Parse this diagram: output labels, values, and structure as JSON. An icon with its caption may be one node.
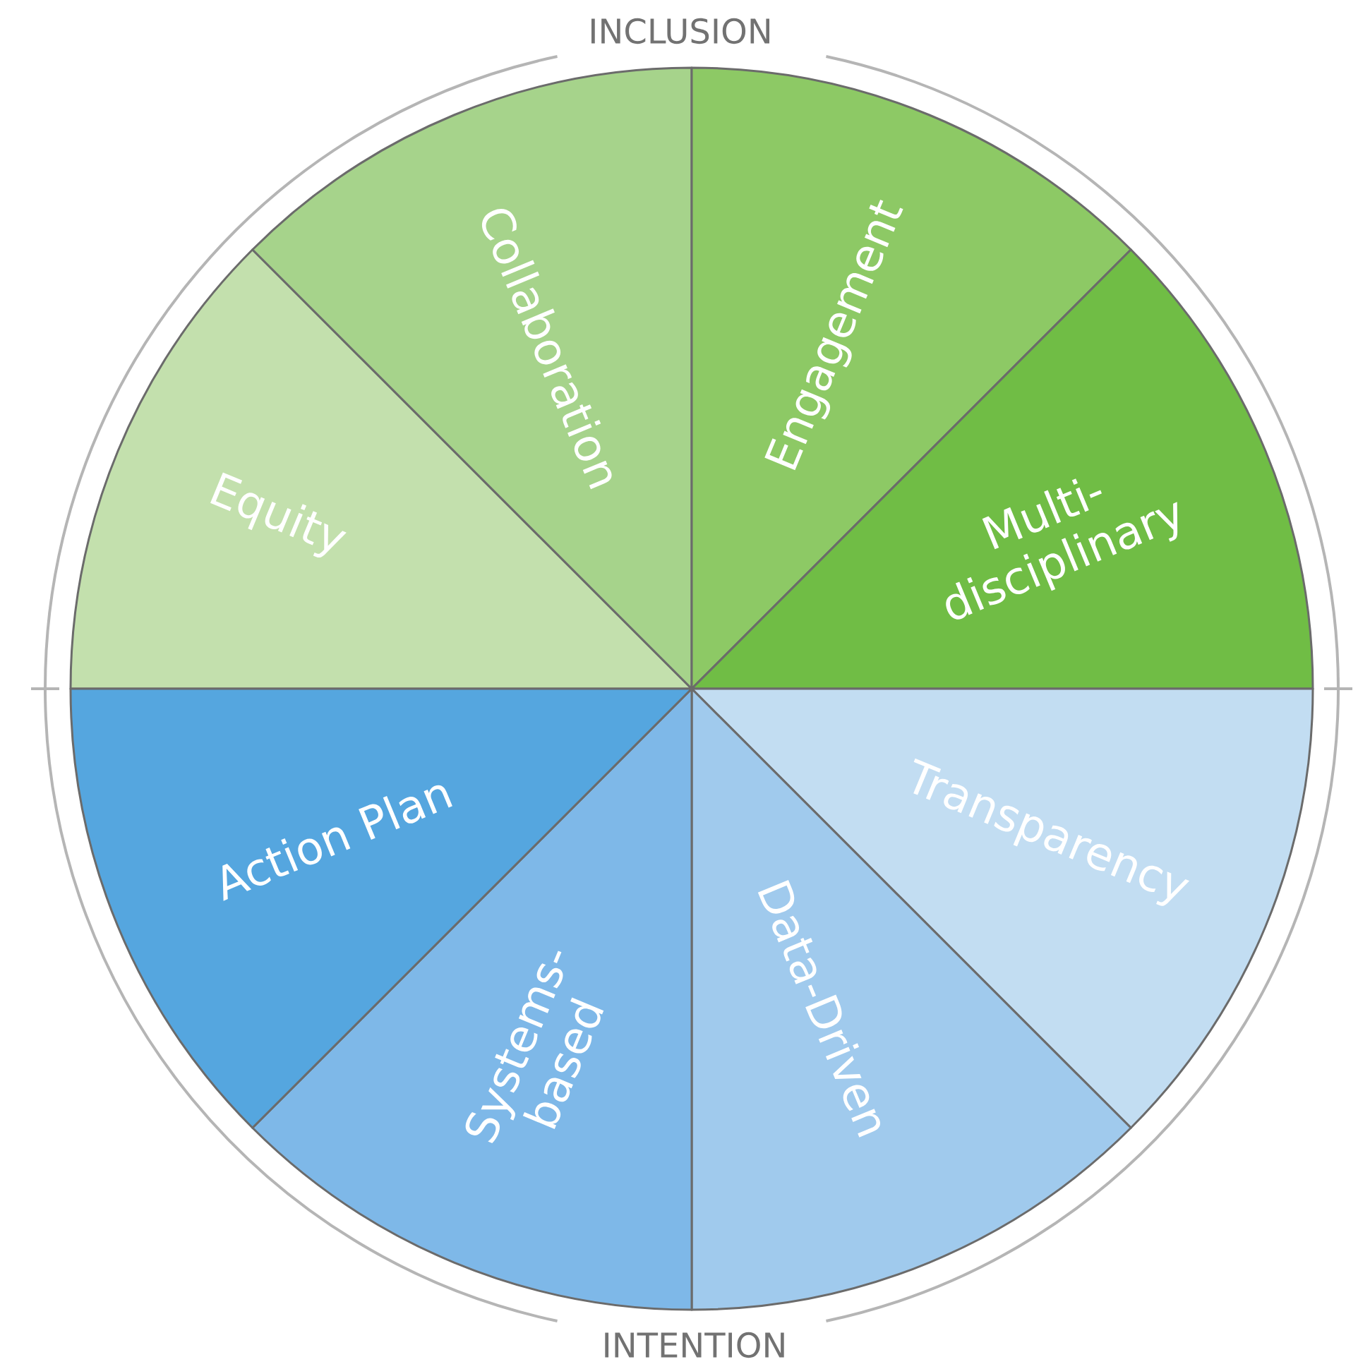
{
  "diagram": {
    "nodes": [
      {
        "text": [
          "Equity"
        ]
      },
      {
        "text": [
          "Collaboration"
        ]
      },
      {
        "text": [
          "Engagement"
        ]
      },
      {
        "text": [
          "Multi-disciplinary"
        ]
      },
      {
        "text": [
          "Transparency"
        ]
      },
      {
        "text": [
          "Data-Driven"
        ]
      },
      {
        "text": [
          "Systems-based"
        ]
      },
      {
        "text": [
          "Action Plan"
        ]
      }
    ],
    "labels": [
      "INCLUSION",
      "INTENTION"
    ]
  }
}
